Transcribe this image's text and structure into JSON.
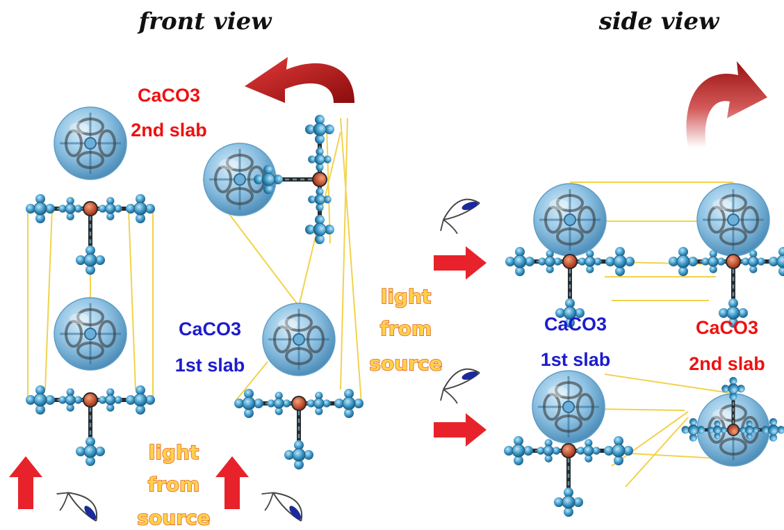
{
  "titles": {
    "front": "front view",
    "side": "side view"
  },
  "labels": {
    "caco3": "CaCO3",
    "first_slab": "1st slab",
    "second_slab": "2nd slab",
    "light": "light",
    "from": "from",
    "source": "source"
  },
  "colors": {
    "label_red": "#ee1111",
    "label_blue": "#1c1ccc",
    "arrow_red": "#e8222a",
    "curved_arrow": "#c41010",
    "link_line": "#f2d24a",
    "sphere": "#8fc2e3",
    "atom_node": "#3b98c9",
    "center_atom": "#d2491c",
    "light_text_fill": "#ffd24a",
    "light_text_stroke": "#e2602a"
  },
  "icons": [
    "eye-icon",
    "block-arrow-icon",
    "curved-arrow-icon",
    "sphere-molecule-icon",
    "cross-molecule-icon"
  ]
}
